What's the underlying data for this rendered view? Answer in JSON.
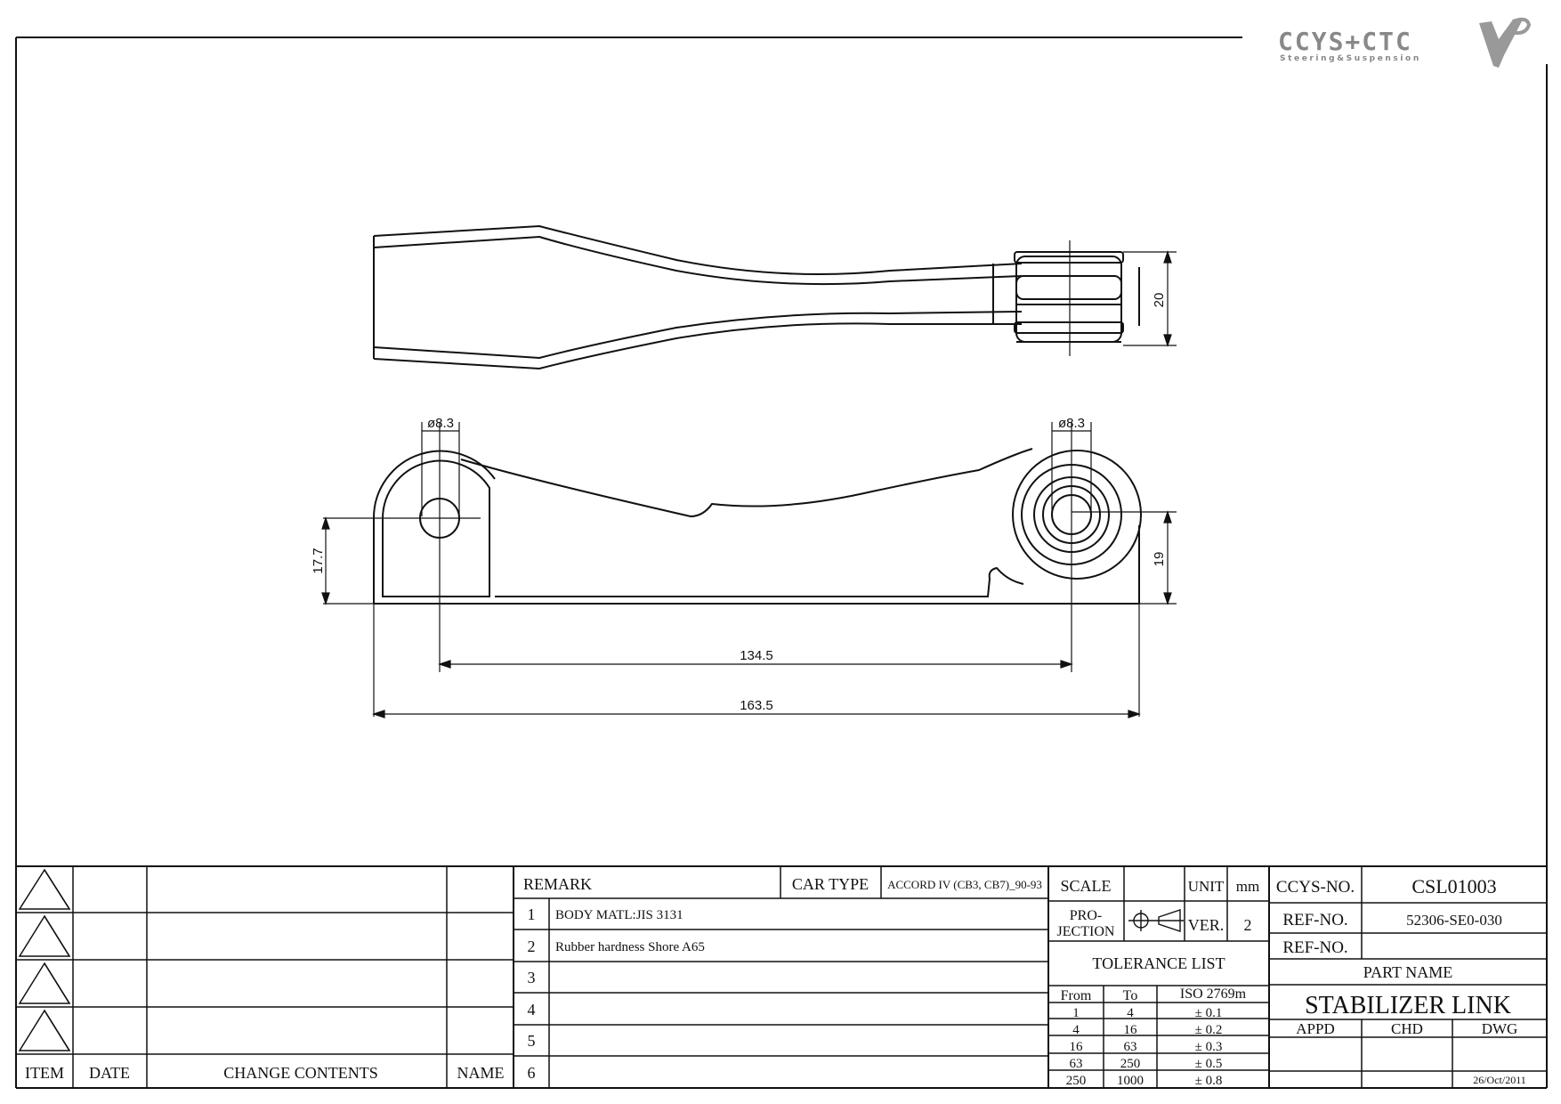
{
  "logo": {
    "brand": "CCYS+CTC",
    "tagline": "Steering&Suspension"
  },
  "dimensions": {
    "top_height": "20",
    "hole_left": "ø8.3",
    "hole_right": "ø8.3",
    "left_height": "17.7",
    "right_height": "19",
    "center_distance": "134.5",
    "overall_length": "163.5"
  },
  "revision": {
    "items": [
      "",
      "",
      "",
      ""
    ],
    "headers": {
      "item": "ITEM",
      "date": "DATE",
      "change": "CHANGE CONTENTS",
      "name": "NAME"
    }
  },
  "remark": {
    "header": "REMARK",
    "car_type_label": "CAR TYPE",
    "car_type_value": "ACCORD IV (CB3, CB7)_90-93",
    "rows": [
      {
        "num": "1",
        "text": "BODY MATL:JIS 3131"
      },
      {
        "num": "2",
        "text": "Rubber hardness Shore A65"
      },
      {
        "num": "3",
        "text": ""
      },
      {
        "num": "4",
        "text": ""
      },
      {
        "num": "5",
        "text": ""
      },
      {
        "num": "6",
        "text": ""
      }
    ]
  },
  "specs": {
    "scale_label": "SCALE",
    "scale_value": "",
    "unit_label": "UNIT",
    "unit_value": "mm",
    "projection_label_1": "PRO-",
    "projection_label_2": "JECTION",
    "ver_label": "VER.",
    "ver_value": "2"
  },
  "tolerance": {
    "title": "TOLERANCE LIST",
    "headers": [
      "From",
      "To",
      "ISO 2769m"
    ],
    "rows": [
      [
        "1",
        "4",
        "± 0.1"
      ],
      [
        "4",
        "16",
        "± 0.2"
      ],
      [
        "16",
        "63",
        "± 0.3"
      ],
      [
        "63",
        "250",
        "± 0.5"
      ],
      [
        "250",
        "1000",
        "± 0.8"
      ]
    ]
  },
  "title_block": {
    "ccys_no_label": "CCYS-NO.",
    "ccys_no_value": "CSL01003",
    "ref_no_label": "REF-NO.",
    "ref_no_value": "52306-SE0-030",
    "ref_no2_label": "REF-NO.",
    "ref_no2_value": "",
    "part_name_label": "PART NAME",
    "part_name_value": "STABILIZER LINK",
    "appd": "APPD",
    "chd": "CHD",
    "dwg": "DWG",
    "date": "26/Oct/2011"
  }
}
